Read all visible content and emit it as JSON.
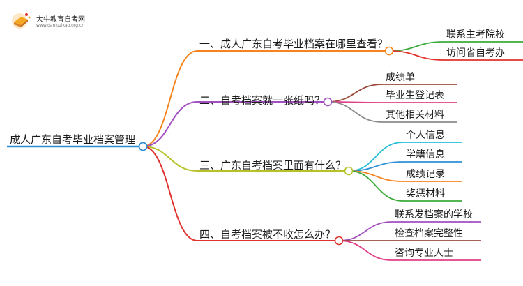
{
  "logo": {
    "title": "大牛教育自考网",
    "url": "www.daniuzikao.org.cn"
  },
  "mindmap": {
    "root": {
      "label": "成人广东自考毕业档案管理",
      "color": "#2e8fd6"
    },
    "branches": [
      {
        "label": "一、成人广东自考毕业档案在哪里查看？",
        "color": "#f5841f",
        "leaves": [
          {
            "label": "联系主考院校",
            "color": "#3aab3a"
          },
          {
            "label": "访问省自考办",
            "color": "#e0322e"
          }
        ]
      },
      {
        "label": "二、自考档案就一张纸吗？",
        "color": "#a24fc2",
        "leaves": [
          {
            "label": "成绩单",
            "color": "#9b4a3c"
          },
          {
            "label": "毕业生登记表",
            "color": "#e0418a"
          },
          {
            "label": "其他相关材料",
            "color": "#8c8c8c"
          }
        ]
      },
      {
        "label": "三、广东自考档案里面有什么？",
        "color": "#b5c227",
        "leaves": [
          {
            "label": "个人信息",
            "color": "#27c0d4"
          },
          {
            "label": "学籍信息",
            "color": "#2e8fd6"
          },
          {
            "label": "成绩记录",
            "color": "#f5841f"
          },
          {
            "label": "奖惩材料",
            "color": "#3aab3a"
          }
        ]
      },
      {
        "label": "四、自考档案被不收怎么办？",
        "color": "#e0322e",
        "leaves": [
          {
            "label": "联系发档案的学校",
            "color": "#a24fc2"
          },
          {
            "label": "检查档案完整性",
            "color": "#9b4a3c"
          },
          {
            "label": "咨询专业人士",
            "color": "#e0418a"
          }
        ]
      }
    ]
  }
}
